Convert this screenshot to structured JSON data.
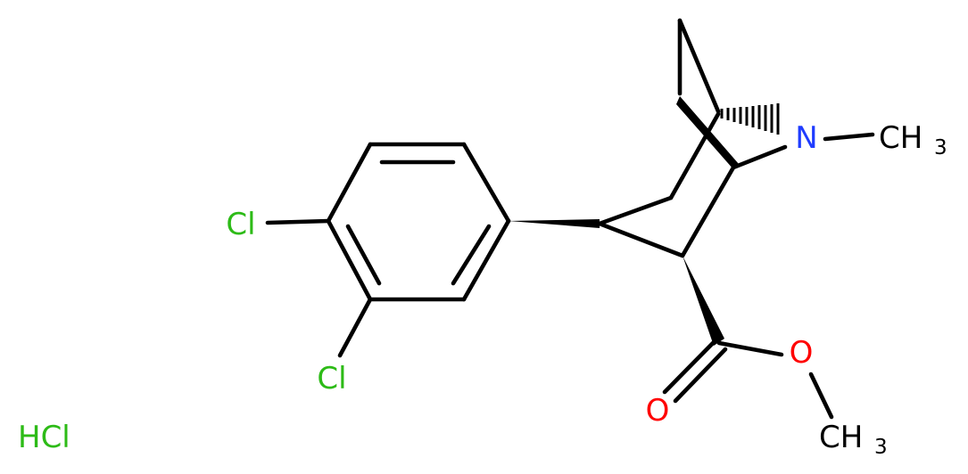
{
  "atoms": {
    "cl_upper": "Cl",
    "cl_lower": "Cl",
    "nitrogen": "N",
    "n_methyl": "CH",
    "n_methyl_sub": "3",
    "ester_o": "O",
    "carbonyl_o": "O",
    "o_methyl": "CH",
    "o_methyl_sub": "3"
  },
  "salt": "HCl",
  "colors": {
    "bond": "#000000",
    "chlorine": "#2dbb17",
    "nitrogen": "#1f3cff",
    "oxygen": "#ff0000",
    "carbon_label": "#000000"
  }
}
